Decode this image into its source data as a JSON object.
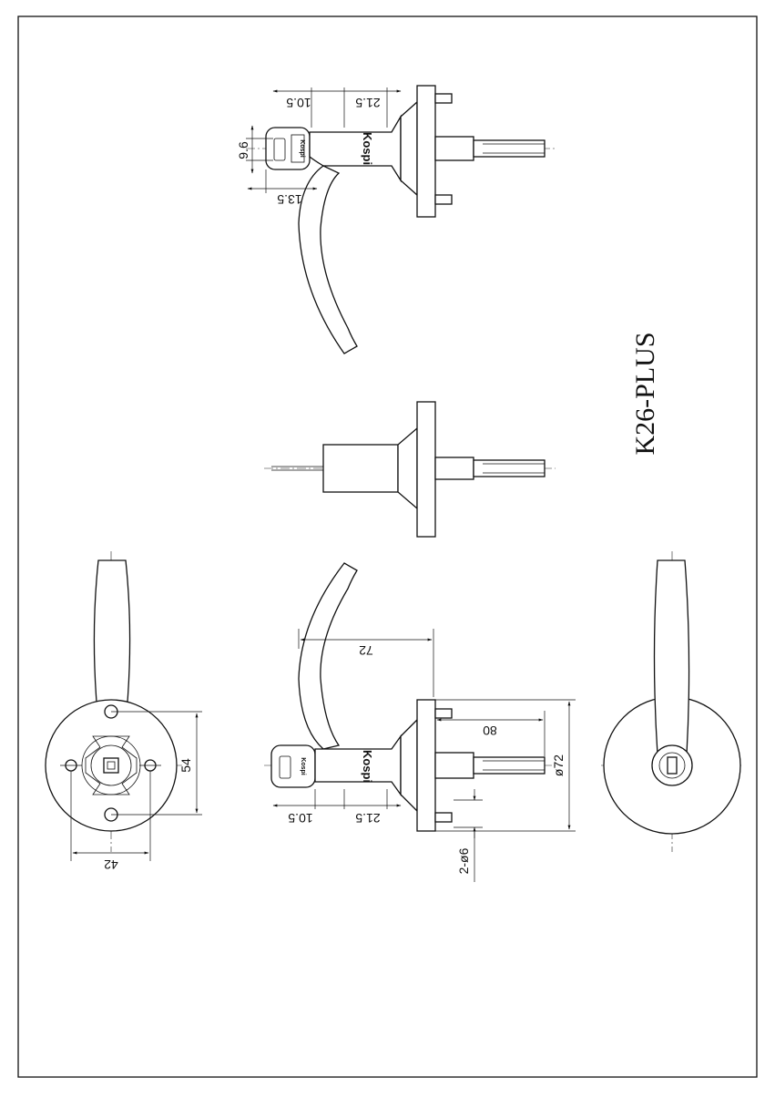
{
  "drawing": {
    "title": "K26-PLUS",
    "brand": "Kospi",
    "brand_small": "Kospi"
  },
  "dimensions": {
    "top_view": {
      "d_10_5": "10.5",
      "d_21_5": "21.5",
      "d_9_6": "9.6",
      "d_13_5": "13.5"
    },
    "side_view": {
      "d_72_reach": "72",
      "d_80": "80",
      "d_dia72": "ø72",
      "d_10_5": "10.5",
      "d_21_5": "21.5",
      "d_2_dia6": "2-ø6"
    },
    "rosette_back": {
      "d_54": "54",
      "d_42": "42"
    }
  }
}
